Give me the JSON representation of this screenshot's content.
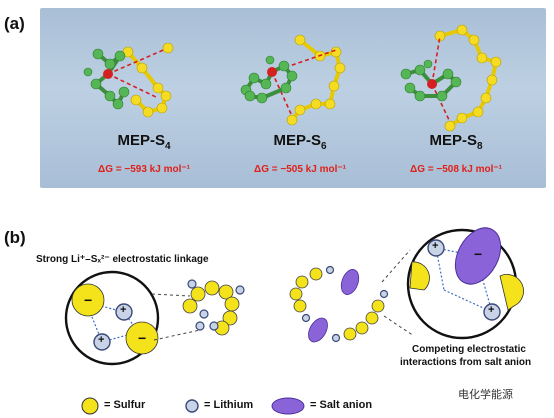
{
  "panel_a": {
    "label": "(a)",
    "molecules": [
      {
        "name": "MEP-S",
        "subscript": "4",
        "delta_g": "ΔG = −593 kJ mol⁻¹"
      },
      {
        "name": "MEP-S",
        "subscript": "6",
        "delta_g": "ΔG = −505 kJ mol⁻¹"
      },
      {
        "name": "MEP-S",
        "subscript": "8",
        "delta_g": "ΔG = −508 kJ mol⁻¹"
      }
    ]
  },
  "panel_b": {
    "label": "(b)",
    "left_caption": "Strong Li⁺–Sₓ²⁻ electrostatic linkage",
    "right_caption_line1": "Competing electrostatic",
    "right_caption_line2": "interactions from salt anion",
    "sulfur_symbol": "−",
    "lithium_symbol": "+",
    "anion_symbol": "−"
  },
  "legend": {
    "sulfur": "= Sulfur",
    "lithium": "= Lithium",
    "anion": "= Salt anion"
  },
  "watermark": "电化学能源",
  "colors": {
    "sulfur": "#f4e21a",
    "lithium": "#c9d3e6",
    "anion": "#8b63d8",
    "panel_a_bg": "#b3c8dd",
    "dg_text": "#e0201a",
    "mep_green": "#4aa84a",
    "mep_red": "#d42020"
  }
}
